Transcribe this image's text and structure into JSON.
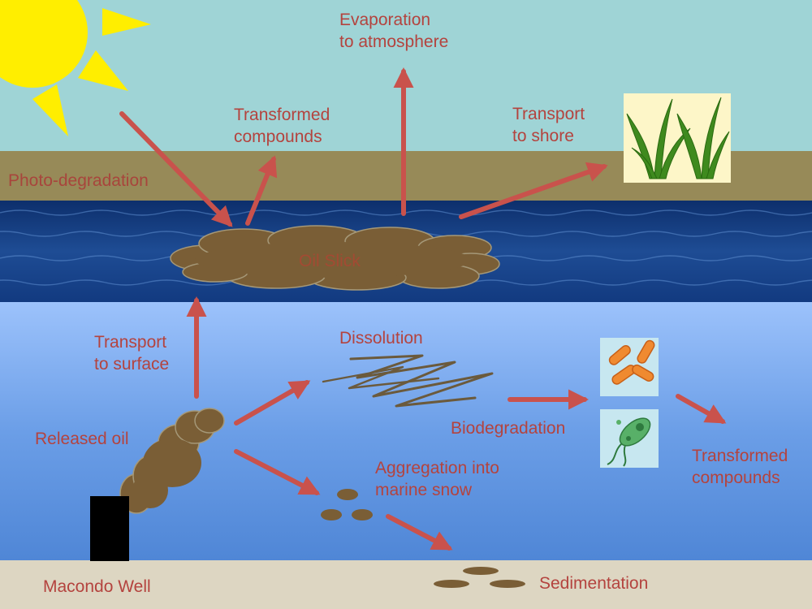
{
  "labels": {
    "evaporation": "Evaporation\nto atmosphere",
    "transformed_top": "Transformed\ncompounds",
    "transport_shore": "Transport\nto shore",
    "photo_degradation": "Photo-degradation",
    "oil_slick": "Oil Slick",
    "transport_surface": "Transport\nto surface",
    "dissolution": "Dissolution",
    "released_oil": "Released oil",
    "biodegradation": "Biodegradation",
    "transformed_bottom": "Transformed\ncompounds",
    "aggregation": "Aggregation into\nmarine snow",
    "macondo_well": "Macondo Well",
    "sedimentation": "Sedimentation"
  },
  "colors": {
    "sky": "#9fd4d6",
    "air_band": "#978a58",
    "sea_surface": "#153a7a",
    "water_column": "#6d9fe6",
    "seafloor": "#ddd6c2",
    "oil": "#7a5e36",
    "arrow": "#c9524c",
    "label": "#b4433e",
    "sun": "#ffee00"
  }
}
